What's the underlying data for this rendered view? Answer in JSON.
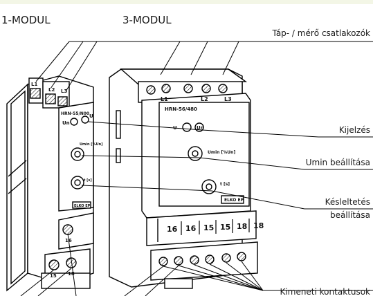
{
  "labels": {
    "module1": "1-MODUL",
    "module3": "3-MODUL",
    "supply": "Táp- / mérő csatlakozók",
    "display": "Kijelzés",
    "umin": "Umin beállítása",
    "delay1": "Késleltetés",
    "delay2": "beállítása",
    "outputs": "Kimeneti kontaktusok"
  },
  "device_small": {
    "model": "HRN-55/N00",
    "terms_top": [
      "L1",
      "L2",
      "L3"
    ],
    "led_un": "Un",
    "led_u": "U",
    "scale_umin": "Umin [%Un]",
    "scale_t": "t [s]",
    "brand": "ELKO EP",
    "terms_bottom": [
      "16",
      "15",
      "18"
    ]
  },
  "device_big": {
    "model": "HRN-56/480",
    "terms_top": [
      "L1",
      "L2",
      "L3"
    ],
    "led_u": "U",
    "led_un": "Un",
    "scale_umin": "Umin [%Un]",
    "scale_t": "t [s]",
    "brand": "ELKO EP",
    "output_numbers": [
      "16",
      "16",
      "15",
      "15",
      "18",
      "18"
    ]
  }
}
